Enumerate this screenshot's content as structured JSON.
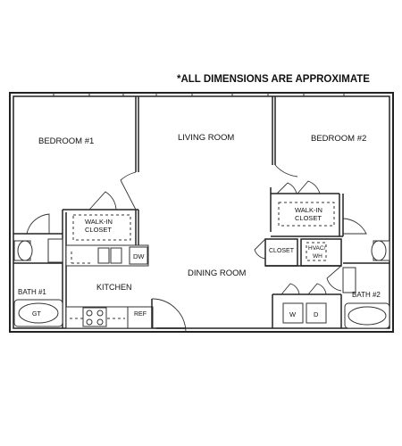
{
  "note": "*ALL DIMENSIONS ARE APPROXIMATE",
  "rooms": {
    "bedroom1": "BEDROOM #1",
    "living": "LIVING ROOM",
    "bedroom2": "BEDROOM #2",
    "walkin1_line1": "WALK-IN",
    "walkin1_line2": "CLOSET",
    "walkin2_line1": "WALK-IN",
    "walkin2_line2": "CLOSET",
    "kitchen": "KITCHEN",
    "dining": "DINING ROOM",
    "bath1": "BATH #1",
    "bath2": "BATH #2",
    "closet": "CLOSET",
    "hvac_line1": "HVAC/",
    "hvac_line2": "WH"
  },
  "fixtures": {
    "dw": "DW",
    "gt": "GT",
    "ref": "REF",
    "w": "W",
    "d": "D"
  }
}
